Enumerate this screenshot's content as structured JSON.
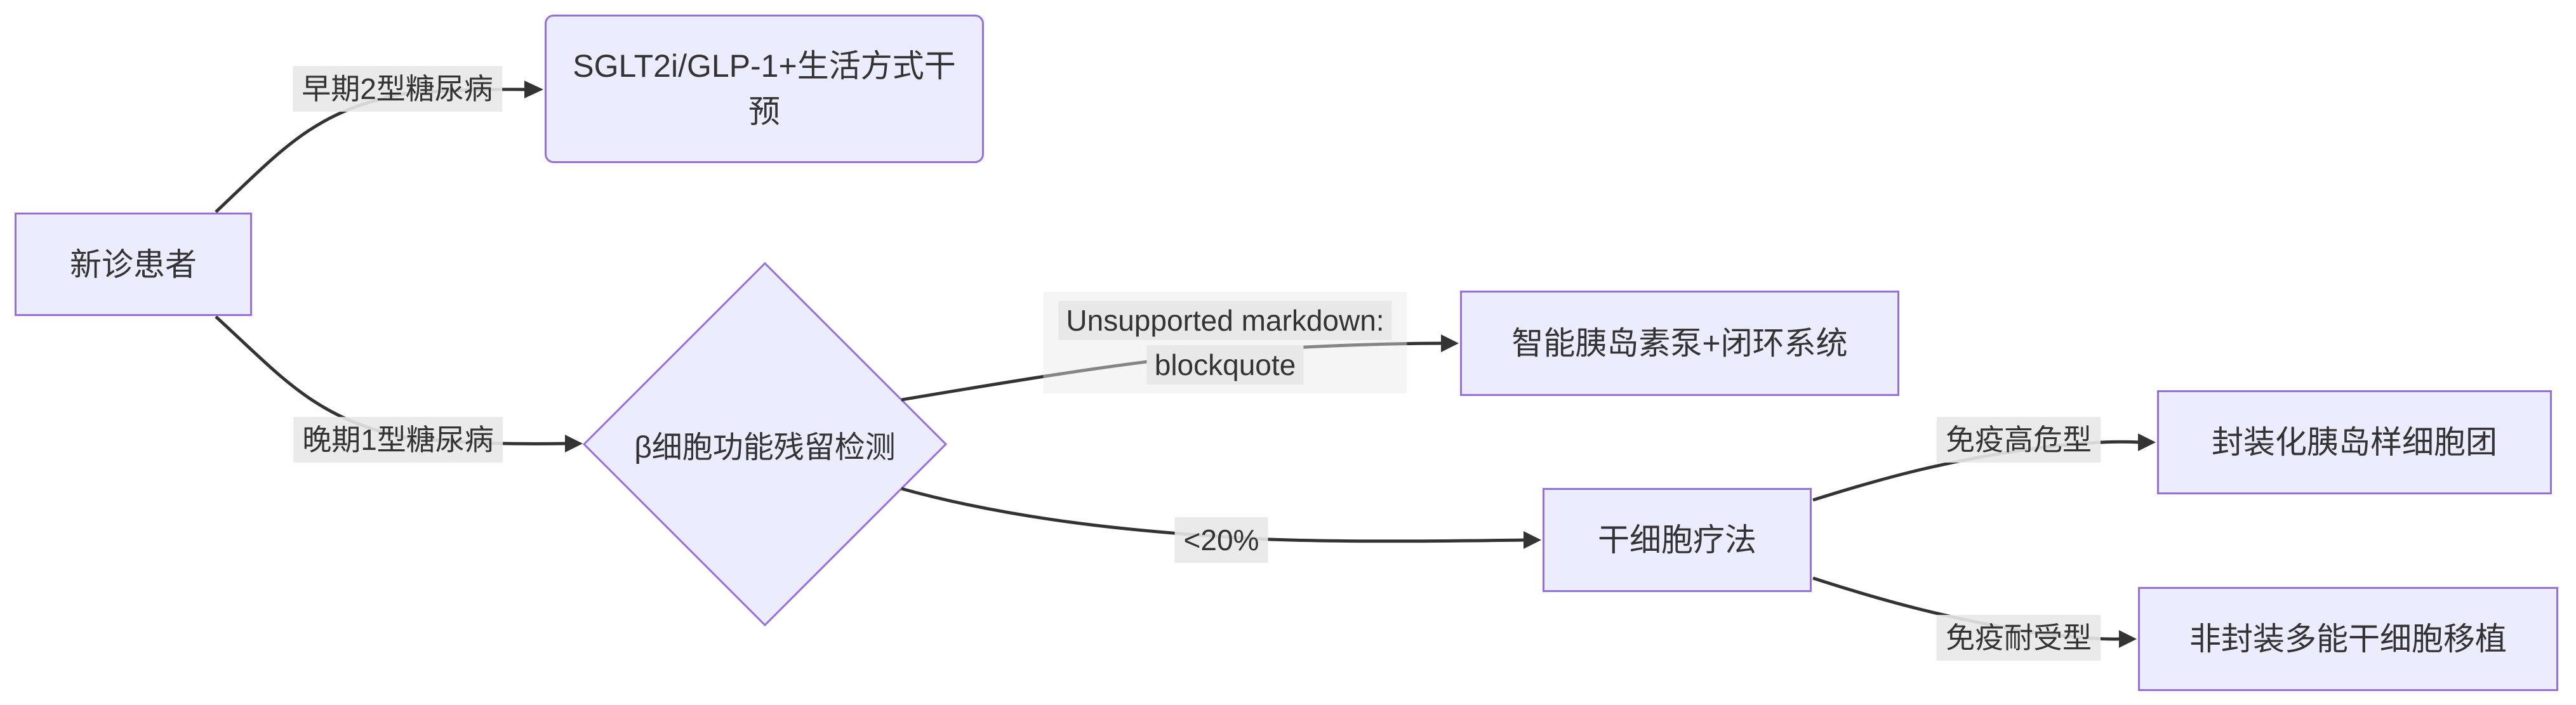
{
  "diagram": {
    "type": "flowchart-LR",
    "style": {
      "node_fill": "#ECECFF",
      "node_border": "#9370DB",
      "edge_color": "#333333",
      "edge_label_bg": "#e8e8e8",
      "text_color": "#333333",
      "background": "#ffffff"
    }
  },
  "nodes": {
    "patient": {
      "label": "新诊患者",
      "shape": "rect"
    },
    "early_treatment": {
      "label": "SGLT2i/GLP-1+生活方式干预",
      "shape": "rounded-rect"
    },
    "beta_check": {
      "label": "β细胞功能残留检测",
      "shape": "diamond"
    },
    "pump": {
      "label": "智能胰岛素泵+闭环系统",
      "shape": "rect"
    },
    "stem_cell": {
      "label": "干细胞疗法",
      "shape": "rect"
    },
    "encapsulated": {
      "label": "封装化胰岛样细胞团",
      "shape": "rect"
    },
    "non_encapsulated": {
      "label": "非封装多能干细胞移植",
      "shape": "rect"
    }
  },
  "edge_labels": {
    "early_t2d": {
      "label": "早期2型糖尿病"
    },
    "late_t1d": {
      "label": "晚期1型糖尿病"
    },
    "blockquote": {
      "line1": "Unsupported markdown:",
      "line2": "blockquote"
    },
    "under20": {
      "label": "<20%"
    },
    "immune_high_risk": {
      "label": "免疫高危型"
    },
    "immune_tolerant": {
      "label": "免疫耐受型"
    }
  }
}
